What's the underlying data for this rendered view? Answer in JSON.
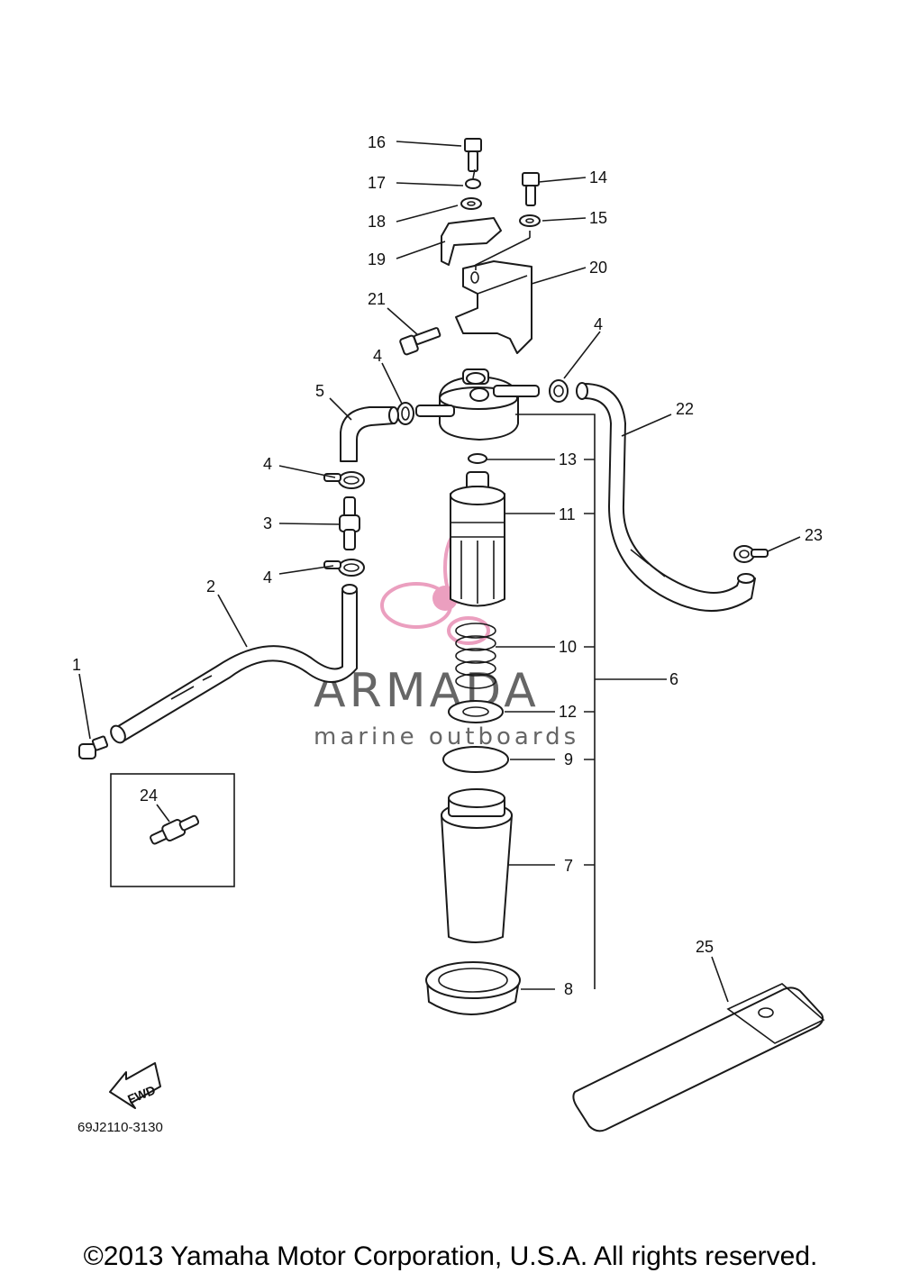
{
  "colors": {
    "line": "#1a1a1a",
    "watermark_text": "#666666",
    "watermark_logo": "#e88fb5"
  },
  "callouts": [
    "1",
    "2",
    "3",
    "4",
    "4",
    "4",
    "4",
    "5",
    "6",
    "7",
    "8",
    "9",
    "10",
    "11",
    "12",
    "13",
    "14",
    "15",
    "16",
    "17",
    "18",
    "19",
    "20",
    "21",
    "22",
    "23",
    "24",
    "25"
  ],
  "diagram_code": "69J2110-3130",
  "fwd_label": "FWD",
  "watermark": {
    "brand": "ARMADA",
    "tagline": "marine outboards"
  },
  "copyright": "©2013 Yamaha Motor Corporation, U.S.A. All rights reserved."
}
